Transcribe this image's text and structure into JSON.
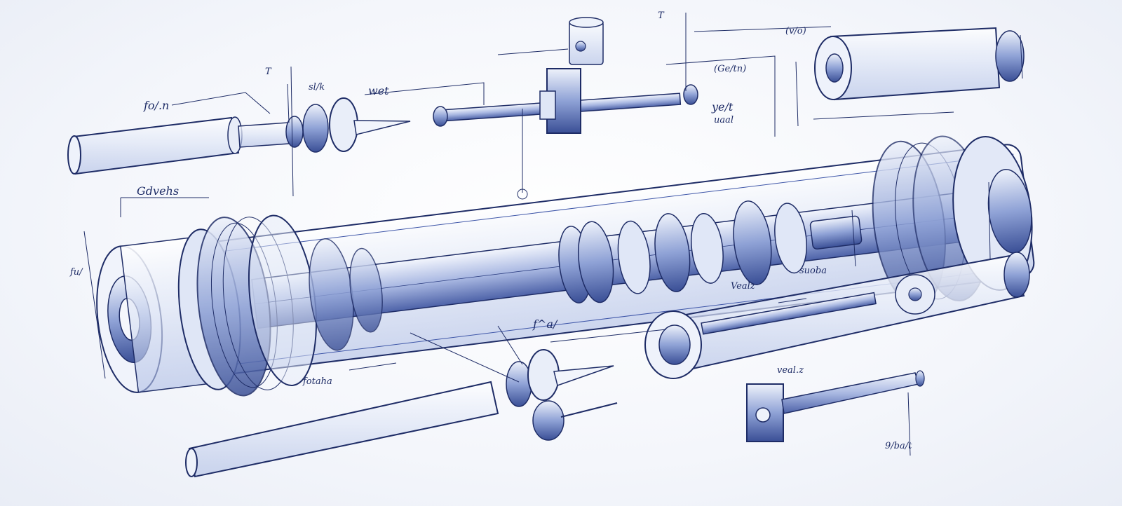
{
  "diagram": {
    "labels": {
      "top_left_a": "fo/.n",
      "top_left_b": "T",
      "top_left_c": "sl/k",
      "top_left_d": "wet",
      "top_center_a": "T",
      "top_center_b": "(Ge/tn)",
      "top_right": "(v/o)",
      "mid_right_a": "ye/t",
      "mid_right_b": "uaal",
      "left_a": "Gdvehs",
      "left_b": "fu/",
      "center_a": "f^a/",
      "center_b": "fotaha",
      "right_a": "Vealz",
      "right_b": "suoba",
      "bottom_right_a": "veal.z",
      "bottom_right_b": "9/ba/t"
    },
    "colors": {
      "ink": "#1e2c66",
      "accent": "#3e56a8",
      "glass": "#c8d3ee",
      "shade": "#7b8fca",
      "paper": "#f4f6fb"
    }
  }
}
